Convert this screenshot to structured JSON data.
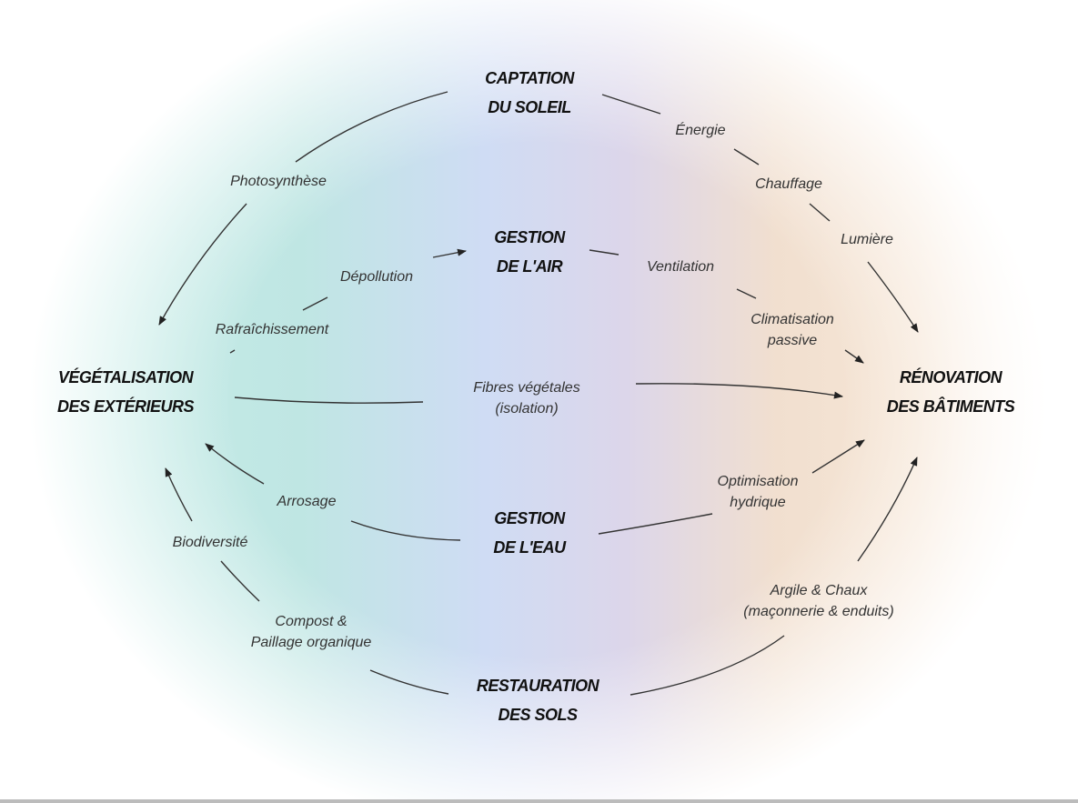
{
  "diagram": {
    "nodes": {
      "soleil": [
        "CAPTATION",
        "DU SOLEIL"
      ],
      "air": [
        "GESTION",
        "DE L'AIR"
      ],
      "vegetalisation": [
        "VÉGÉTALISATION",
        "DES EXTÉRIEURS"
      ],
      "renovation": [
        "RÉNOVATION",
        "DES BÂTIMENTS"
      ],
      "eau": [
        "GESTION",
        "DE L'EAU"
      ],
      "sols": [
        "RESTAURATION",
        "DES SOLS"
      ]
    },
    "labels": {
      "photosynthese": "Photosynthèse",
      "energie": "Énergie",
      "chauffage": "Chauffage",
      "lumiere": "Lumière",
      "depollution": "Dépollution",
      "ventilation": "Ventilation",
      "rafraichissement": "Rafraîchissement",
      "climatisation": [
        "Climatisation",
        "passive"
      ],
      "fibres": [
        "Fibres végétales",
        "(isolation)"
      ],
      "arrosage": "Arrosage",
      "optimisation": [
        "Optimisation",
        "hydrique"
      ],
      "biodiversite": "Biodiversité",
      "argile": [
        "Argile & Chaux",
        "(maçonnerie & enduits)"
      ],
      "compost": [
        "Compost &",
        "Paillage organique"
      ]
    },
    "colors": {
      "stroke": "#333333",
      "left_tint": "#bfe6e3",
      "center_tint": "#d6d8ee",
      "right_tint": "#f1dfcf"
    }
  }
}
